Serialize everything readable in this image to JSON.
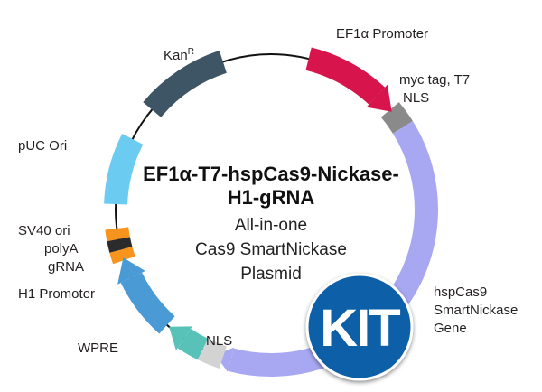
{
  "title_line1": "EF1α-T7-hspCas9-Nickase-",
  "title_line2": "H1-gRNA",
  "subtitle_line1": "All-in-one",
  "subtitle_line2": "Cas9 SmartNickase",
  "subtitle_line3": "Plasmid",
  "badge_text": "KIT",
  "labels": {
    "kan_base": "Kan",
    "kan_sup": "R",
    "ef1a": "EF1α Promoter",
    "myc_line1": "myc tag, T7",
    "myc_line2": "NLS",
    "puc": "pUC Ori",
    "sv40": "SV40 ori",
    "polya": "polyA",
    "grna": "gRNA",
    "h1": "H1 Promoter",
    "wpre": "WPRE",
    "nls_bottom": "NLS",
    "cas9_line1": "hspCas9",
    "cas9_line2": "SmartNickase",
    "cas9_line3": "Gene"
  },
  "colors": {
    "backbone": "#111111",
    "ef1a": "#d7144b",
    "myc": "#8a8a8a",
    "cas9": "#a8a8f2",
    "nls": "#d3d3d3",
    "wpre": "#58c2b8",
    "h1": "#4a9ad6",
    "grna": "#2b2b2b",
    "polya": "#f7941d",
    "puc": "#6ccbf0",
    "kan": "#3e5566",
    "badge": "#0f5ea8"
  }
}
